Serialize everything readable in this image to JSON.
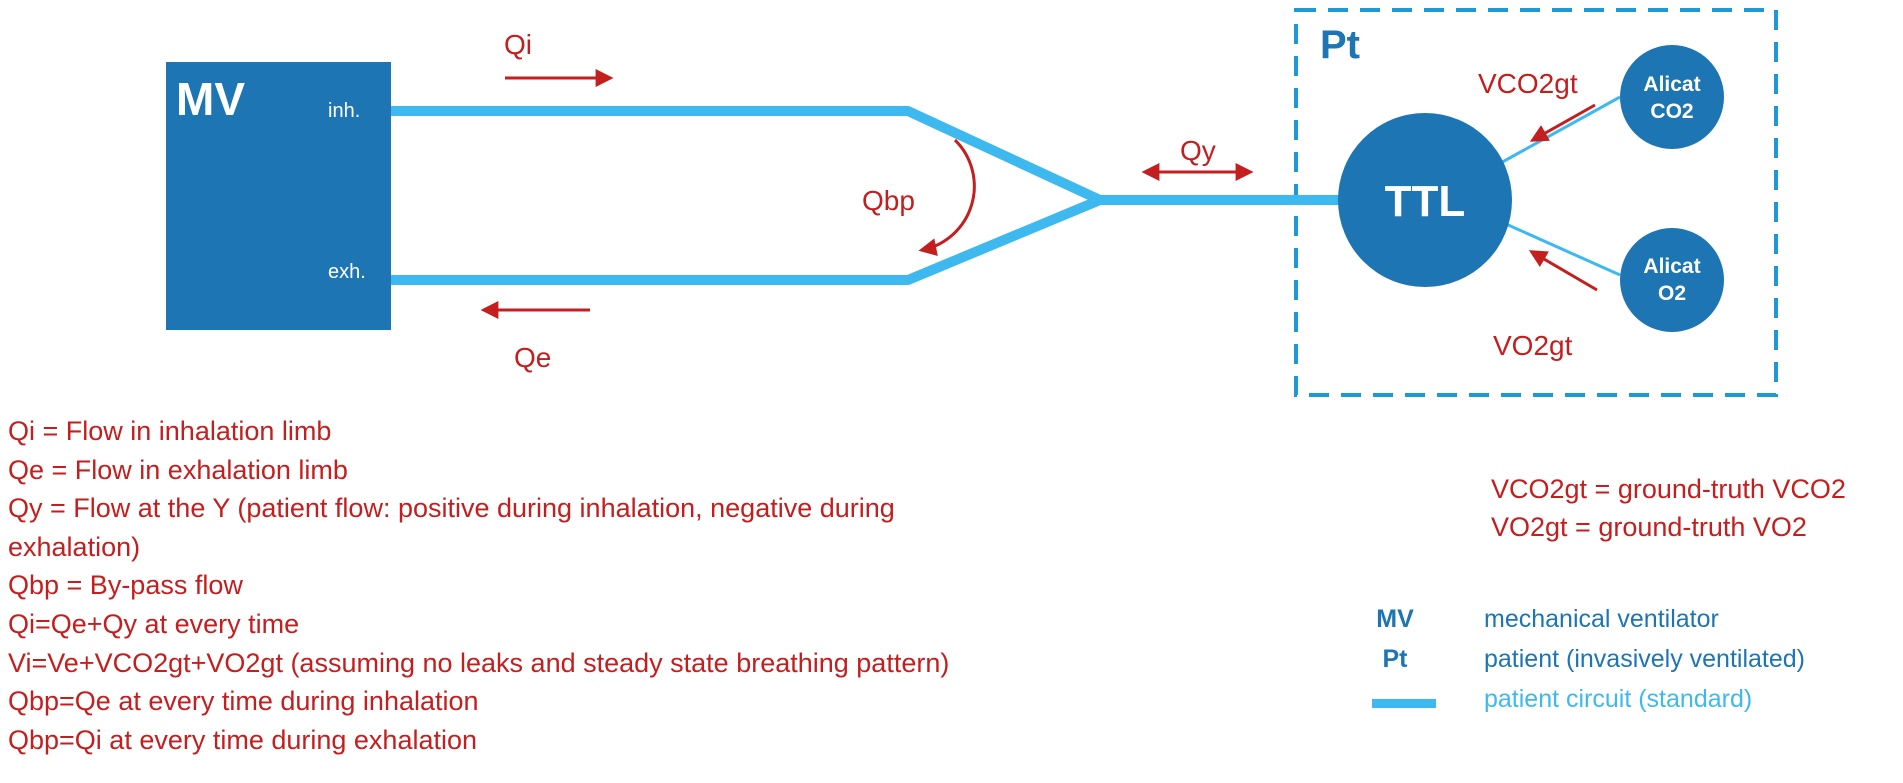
{
  "diagram": {
    "mv": {
      "label": "MV",
      "inh": "inh.",
      "exh": "exh."
    },
    "pt": {
      "label": "Pt"
    },
    "ttl": {
      "label": "TTL"
    },
    "alicat_co2": {
      "line1": "Alicat",
      "line2": "CO2"
    },
    "alicat_o2": {
      "line1": "Alicat",
      "line2": "O2"
    },
    "flows": {
      "qi": "Qi",
      "qe": "Qe",
      "qbp": "Qbp",
      "qy": "Qy",
      "vco2gt": "VCO2gt",
      "vo2gt": "VO2gt"
    },
    "colors": {
      "device_blue": "#1d75b3",
      "circuit_blue": "#3db9ef",
      "flow_red": "#c41e1e"
    }
  },
  "definitions": [
    "Qi = Flow in inhalation limb",
    "Qe = Flow in exhalation limb",
    "Qy = Flow at the Y (patient flow: positive during inhalation, negative during",
    "exhalation)",
    "Qbp = By-pass flow",
    "Qi=Qe+Qy at every time",
    "Vi=Ve+VCO2gt+VO2gt (assuming no leaks and steady state breathing pattern)",
    "Qbp=Qe at every time during inhalation",
    "Qbp=Qi at every time during exhalation"
  ],
  "ground_truth": [
    "VCO2gt = ground-truth VCO2",
    "VO2gt = ground-truth VO2"
  ],
  "legend": [
    {
      "key": "MV",
      "desc": "mechanical ventilator"
    },
    {
      "key": "Pt",
      "desc": "patient (invasively ventilated)"
    },
    {
      "key": "",
      "desc": "patient circuit (standard)"
    }
  ]
}
